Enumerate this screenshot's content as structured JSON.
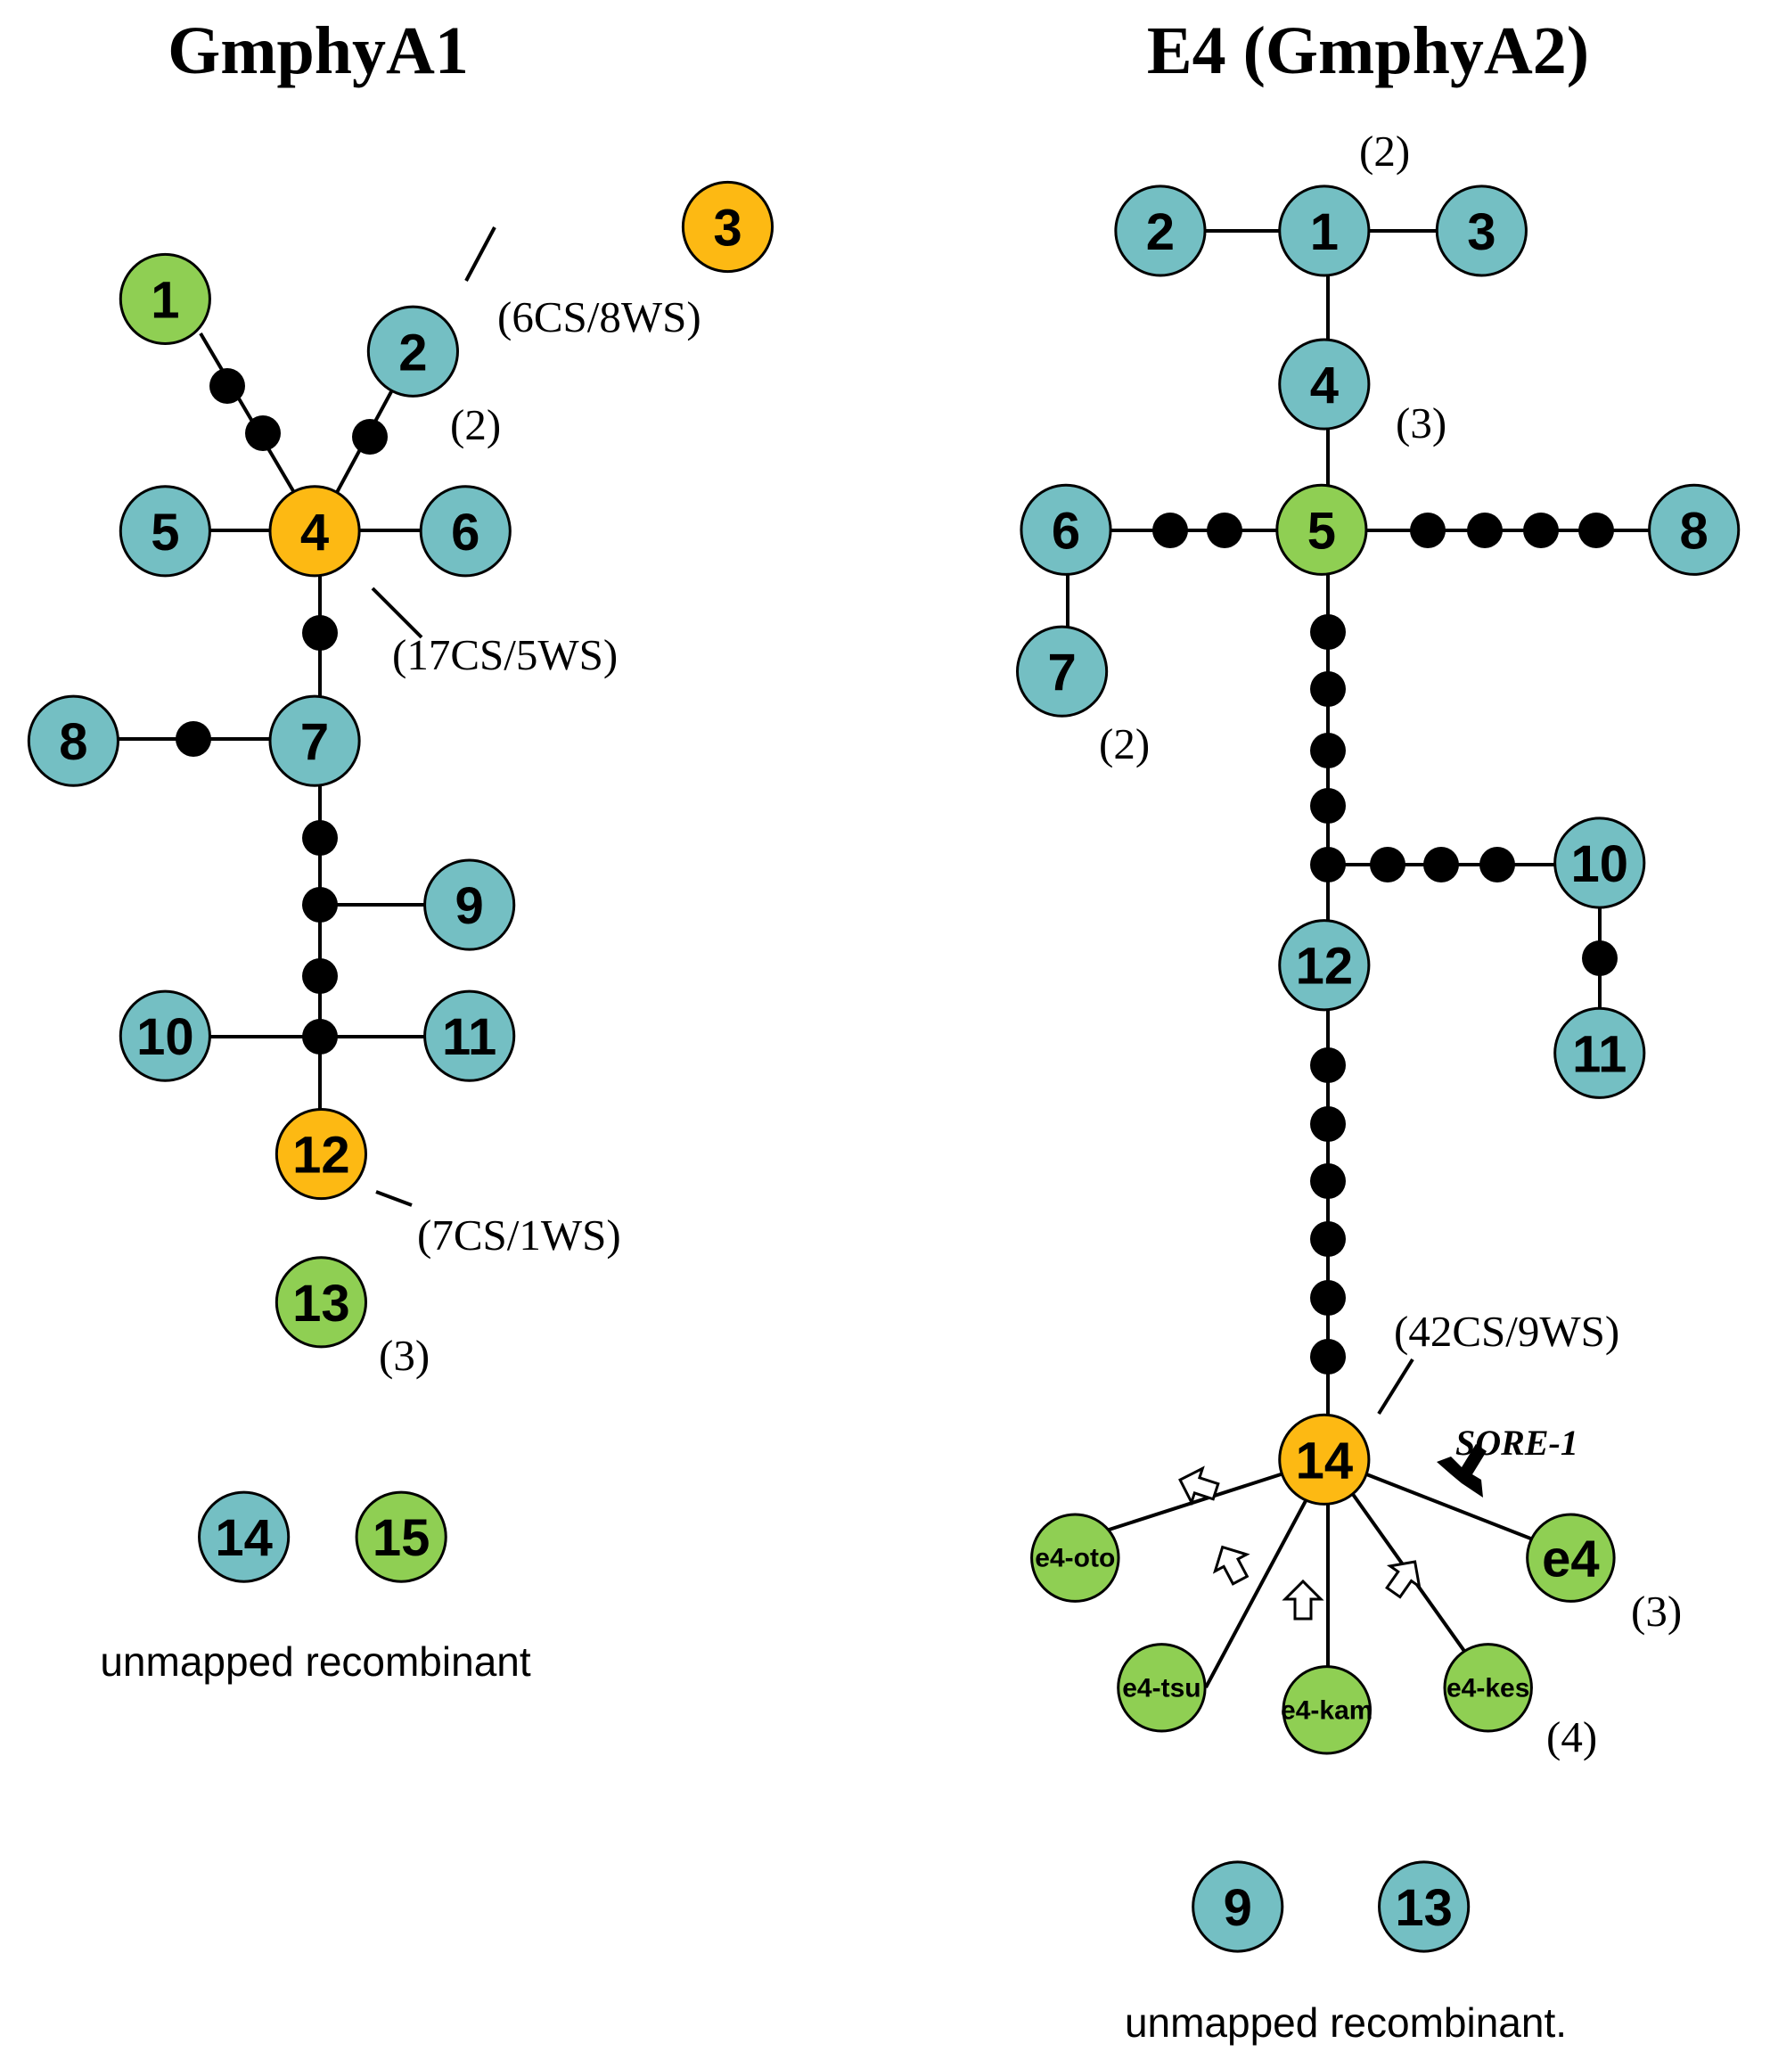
{
  "colors": {
    "blue": "#74bfc3",
    "green": "#8fcf53",
    "orange": "#fdb913"
  },
  "panels": [
    {
      "title": "GmphyA1",
      "caption": "unmapped recombinant",
      "nodes": [
        {
          "id": "1",
          "label": "1",
          "color": "green"
        },
        {
          "id": "2",
          "label": "2",
          "color": "blue"
        },
        {
          "id": "3",
          "label": "3",
          "color": "orange"
        },
        {
          "id": "4",
          "label": "4",
          "color": "orange"
        },
        {
          "id": "5",
          "label": "5",
          "color": "blue"
        },
        {
          "id": "6",
          "label": "6",
          "color": "blue"
        },
        {
          "id": "7",
          "label": "7",
          "color": "blue"
        },
        {
          "id": "8",
          "label": "8",
          "color": "blue"
        },
        {
          "id": "9",
          "label": "9",
          "color": "blue"
        },
        {
          "id": "10",
          "label": "10",
          "color": "blue"
        },
        {
          "id": "11",
          "label": "11",
          "color": "blue"
        },
        {
          "id": "12",
          "label": "12",
          "color": "orange"
        },
        {
          "id": "13",
          "label": "13",
          "color": "green"
        },
        {
          "id": "14",
          "label": "14",
          "color": "blue",
          "unmapped": true
        },
        {
          "id": "15",
          "label": "15",
          "color": "green",
          "unmapped": true
        }
      ],
      "annotations": [
        "(6CS/8WS)",
        "(2)",
        "(17CS/5WS)",
        "(7CS/1WS)",
        "(3)"
      ]
    },
    {
      "title": "E4 (GmphyA2)",
      "caption": "unmapped recombinant.",
      "nodes": [
        {
          "id": "1",
          "label": "1",
          "color": "blue"
        },
        {
          "id": "2",
          "label": "2",
          "color": "blue"
        },
        {
          "id": "3",
          "label": "3",
          "color": "blue"
        },
        {
          "id": "4",
          "label": "4",
          "color": "blue"
        },
        {
          "id": "5",
          "label": "5",
          "color": "green"
        },
        {
          "id": "6",
          "label": "6",
          "color": "blue"
        },
        {
          "id": "7",
          "label": "7",
          "color": "blue"
        },
        {
          "id": "8",
          "label": "8",
          "color": "blue"
        },
        {
          "id": "10",
          "label": "10",
          "color": "blue"
        },
        {
          "id": "11",
          "label": "11",
          "color": "blue"
        },
        {
          "id": "12",
          "label": "12",
          "color": "blue"
        },
        {
          "id": "14",
          "label": "14",
          "color": "orange"
        },
        {
          "id": "e4-oto",
          "label": "e4-oto",
          "color": "green"
        },
        {
          "id": "e4-tsu",
          "label": "e4-tsu",
          "color": "green"
        },
        {
          "id": "e4-kam",
          "label": "e4-kam",
          "color": "green"
        },
        {
          "id": "e4-kes",
          "label": "e4-kes",
          "color": "green"
        },
        {
          "id": "e4",
          "label": "e4",
          "color": "green"
        },
        {
          "id": "9",
          "label": "9",
          "color": "blue",
          "unmapped": true
        },
        {
          "id": "13",
          "label": "13",
          "color": "blue",
          "unmapped": true
        }
      ],
      "annotations": [
        "(2)",
        "(3)",
        "(2)",
        "(42CS/9WS)",
        "(3)",
        "(4)"
      ],
      "arrow_label": "SORE-1"
    }
  ]
}
